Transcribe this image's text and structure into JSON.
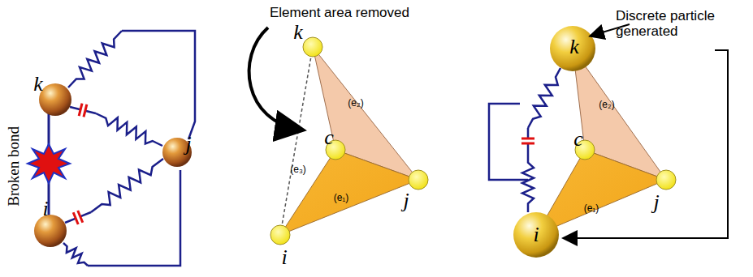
{
  "diagram": {
    "labels": [
      "Broken bond",
      "k",
      "j",
      "i",
      "Element area removed",
      "k",
      "(e₂)",
      "c",
      "(e₃)",
      "(e₁)",
      "j",
      "i",
      "Discrete particle generated",
      "k",
      "(e₂)",
      "c",
      "(e₁)",
      "j",
      "i"
    ]
  }
}
